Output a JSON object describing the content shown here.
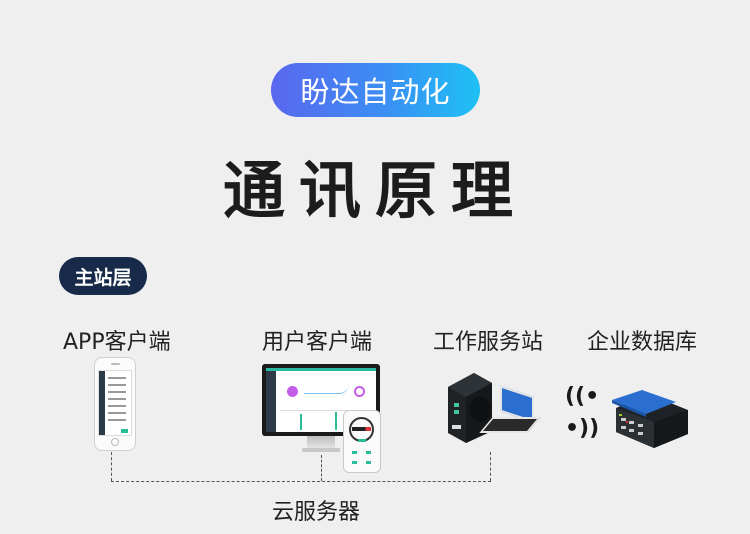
{
  "header": {
    "brand": "盼达自动化",
    "title": "通讯原理"
  },
  "layer": {
    "badge": "主站层"
  },
  "nodes": [
    {
      "label": "APP客户端",
      "icon": "smartphone-icon"
    },
    {
      "label": "用户客户端",
      "icon": "desktop-monitor-icon"
    },
    {
      "label": "工作服务站",
      "icon": "server-laptop-icon"
    },
    {
      "label": "企业数据库",
      "icon": "database-server-icon"
    }
  ],
  "cloud": {
    "label": "云服务器"
  },
  "colors": {
    "background": "#efefef",
    "brand_gradient_start": "#5a67ef",
    "brand_gradient_end": "#1ec1f5",
    "badge_bg": "#182a49",
    "accent_teal": "#2bbd9a",
    "accent_purple": "#c35ee8",
    "accent_blue": "#2a6fd0"
  }
}
